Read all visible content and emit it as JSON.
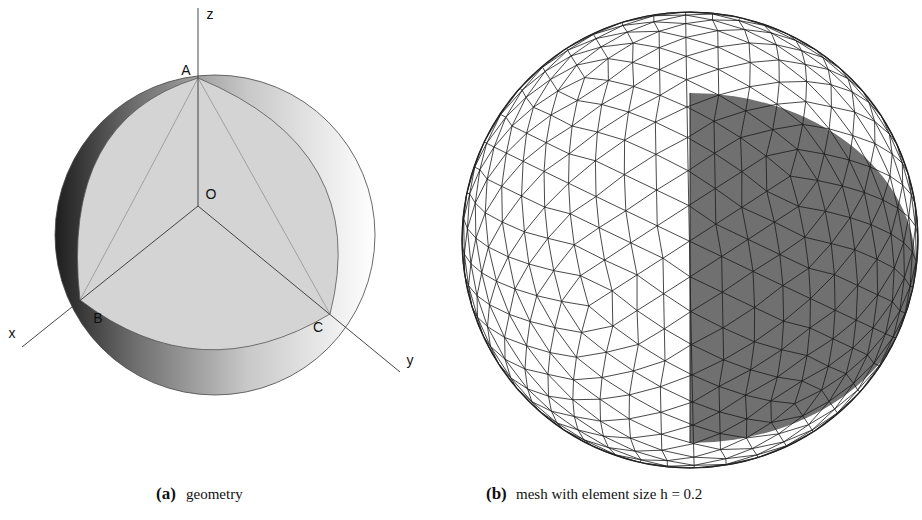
{
  "diagram": {
    "labels": [
      "z",
      "A",
      "x",
      "B",
      "O",
      "C",
      "y",
      "(a)",
      "geometry",
      "(b)",
      "mesh with element size h = 0.2"
    ]
  }
}
